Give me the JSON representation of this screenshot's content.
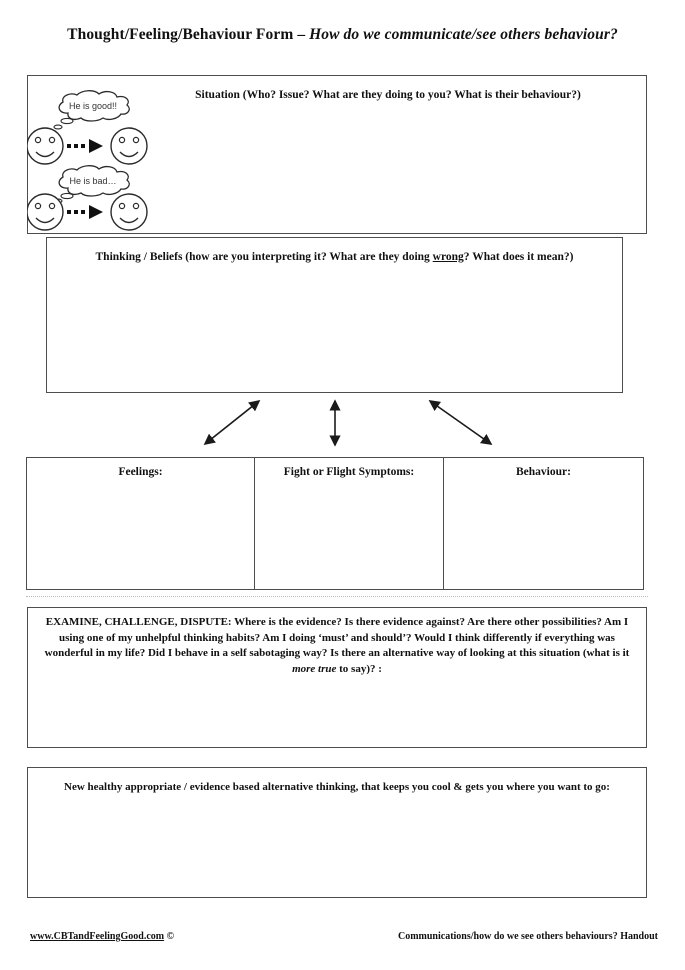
{
  "title": {
    "part1": "Thought/Feeling/Behaviour Form – ",
    "part2": "How do we communicate/see others behaviour?"
  },
  "situation": {
    "header": "Situation (Who? Issue? What are they doing to you? What is their behaviour?)",
    "bubble_good": "He is good!!",
    "bubble_bad": "He is bad…"
  },
  "thinking": {
    "part1": "Thinking / Beliefs (how are you interpreting it? What are they doing ",
    "underlined": "wrong",
    "part2": "? What does it mean?)"
  },
  "columns": {
    "feelings": "Feelings:",
    "fight_or_flight": "Fight or Flight Symptoms:",
    "behaviour": "Behaviour:"
  },
  "examine": {
    "part1": "EXAMINE, CHALLENGE, DISPUTE: Where is the evidence? Is there evidence against? Are there other possibilities? Am I using one of my unhelpful thinking habits? Am I doing ‘must’ and should’? Would I think differently if everything was wonderful in my life? Did I behave in a self sabotaging way? Is there an alternative way of looking at this situation (what is it ",
    "emphasis": "more true",
    "part2": " to say)? :"
  },
  "new_thinking": {
    "header": "New healthy appropriate / evidence based alternative thinking, that keeps you cool & gets you where you want to go:"
  },
  "footer": {
    "left_link": "www.CBTandFeelingGood.com",
    "copyright": " ©",
    "right": "Communications/how do we see others behaviours? Handout"
  },
  "colors": {
    "border": "#4d4d4d",
    "text": "#111111",
    "background": "#ffffff"
  }
}
